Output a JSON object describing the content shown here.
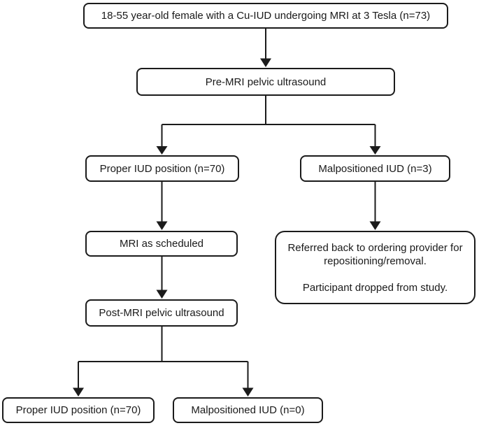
{
  "diagram": {
    "type": "flowchart",
    "nodes": {
      "eligible": {
        "label": "18-55 year-old female with a Cu-IUD undergoing MRI at 3 Tesla (n=73)"
      },
      "pre_mri": {
        "label": "Pre-MRI pelvic ultrasound"
      },
      "proper_pre": {
        "label": "Proper IUD position (n=70)"
      },
      "malpositioned_pre": {
        "label": "Malpositioned IUD (n=3)"
      },
      "mri_scheduled": {
        "label": "MRI as scheduled"
      },
      "referred": {
        "line1": "Referred back to ordering provider for repositioning/removal.",
        "line2": "Participant dropped from study."
      },
      "post_mri": {
        "label": "Post-MRI pelvic ultrasound"
      },
      "proper_post": {
        "label": "Proper IUD position (n=70)"
      },
      "malpositioned_post": {
        "label": "Malpositioned IUD (n=0)"
      }
    },
    "edges": [
      {
        "from": "eligible",
        "to": "pre_mri"
      },
      {
        "from": "pre_mri",
        "to": "proper_pre"
      },
      {
        "from": "pre_mri",
        "to": "malpositioned_pre"
      },
      {
        "from": "proper_pre",
        "to": "mri_scheduled"
      },
      {
        "from": "malpositioned_pre",
        "to": "referred"
      },
      {
        "from": "mri_scheduled",
        "to": "post_mri"
      },
      {
        "from": "post_mri",
        "to": "proper_post"
      },
      {
        "from": "post_mri",
        "to": "malpositioned_post"
      }
    ],
    "colors": {
      "background": "#ffffff",
      "box_fill": "#ffffff",
      "box_border": "#1b1b1b",
      "line": "#1b1b1b",
      "text": "#1a1a1a"
    }
  }
}
